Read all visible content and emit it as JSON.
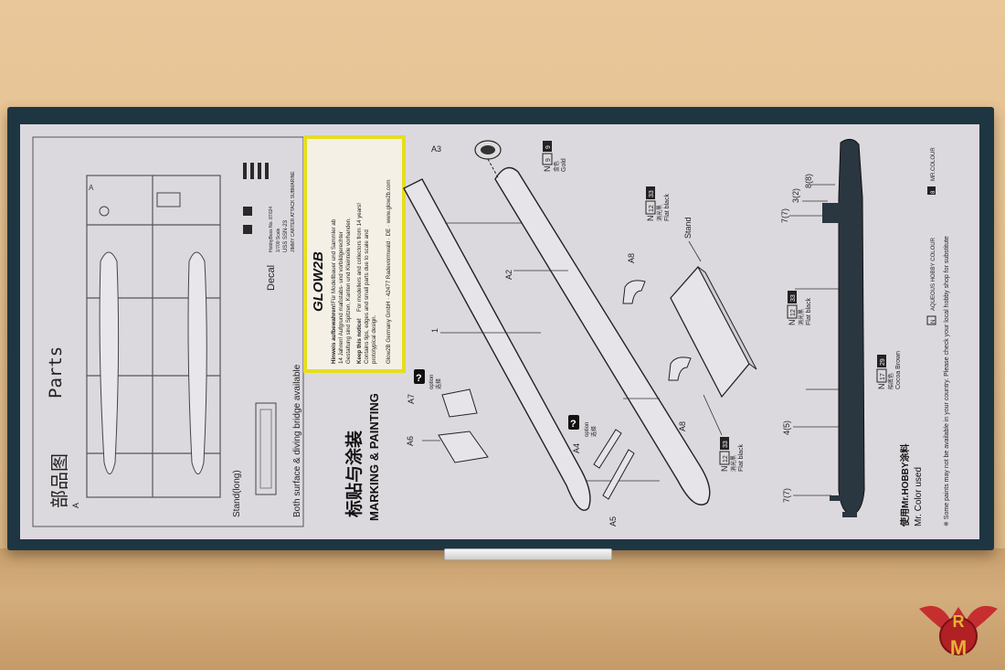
{
  "left_panel": {
    "title_cn": "部品图",
    "title_en": "Parts",
    "sprue_label": "A",
    "stand_label": "Stand(long)",
    "bridge_note": "Both surface & diving bridge available",
    "decal_label": "Decal",
    "decal_text_1": "USS SSN-23",
    "decal_text_2": "JIMMY CARTER ATTACK SUBMARINE",
    "decal_text_3": "1/700 Scale",
    "decal_text_4": "HobbyBoss No. 87024"
  },
  "sticker": {
    "brand": "GLOW2B",
    "warning_de_title": "Hinweis aufbewahren!",
    "warning_de_1": "Für Modellbauer und Sammler ab",
    "warning_de_2": "14 Jahren! Aufgrund maßstabs- und vorbildgerechter",
    "warning_de_3": "Gestaltung sind Spitzen, Kanten und Kleinteile vorhanden.",
    "warning_en_title": "Keep this notice!",
    "warning_en_1": "For modellers and collectors from 14 years!",
    "warning_en_2": "Contains tips, edges and small parts due to scale and",
    "warning_en_3": "prototypical design.",
    "address": "Glow2B Germany GmbH · 42477 Radevormwald · DE · www.glow2b.com"
  },
  "marking": {
    "title_cn": "标贴与涂装",
    "title_en": "MARKING & PAINTING"
  },
  "callouts": {
    "a3": "A3",
    "a2": "A2",
    "a4": "A4",
    "a5": "A5",
    "a6": "A6",
    "a7": "A7",
    "a8_top": "A8",
    "a8_bottom": "A8",
    "stand": "Stand",
    "part_1": "1",
    "option_cn": "选择",
    "option_en": "option",
    "q": "?"
  },
  "paints": {
    "gold": {
      "prefix": "N",
      "num": "9",
      "num2": "9",
      "cn": "金色",
      "en": "Gold"
    },
    "flat_black_top": {
      "prefix": "N",
      "num": "12",
      "num2": "33",
      "cn": "消光黑",
      "en": "Flat black"
    },
    "flat_black_mid": {
      "prefix": "N",
      "num": "12",
      "num2": "33",
      "cn": "消光黑",
      "en": "Flat black"
    },
    "flat_black_bottom": {
      "prefix": "N",
      "num": "12",
      "num2": "33",
      "cn": "消光黑",
      "en": "Flat black"
    },
    "cocoa_brown": {
      "prefix": "N",
      "num": "17",
      "num2": "29",
      "cn": "船底色",
      "en": "Cocoa Brown"
    }
  },
  "profile_labels": {
    "l77_top": "7(7)",
    "l32": "3(2)",
    "l88": "8(8)",
    "l45": "4(5)",
    "l77_bottom": "7(7)"
  },
  "legend": {
    "aqueous_box": "N",
    "aqueous": "AQUEOUS HOBBY COLOUR",
    "mr_box": "8",
    "mr": "MR.COLOUR",
    "using_cn": "使用Mr.HOBBY涂料",
    "using_en": "Mr. Color used",
    "disclaimer": "※ Some paints may not be available in your country. Please check your local hobby shop for substitute"
  },
  "watermark": {
    "letters": "RM"
  },
  "colors": {
    "box": "#1e3542",
    "panel": "#dcd9de",
    "sticker_border": "#e6de1c",
    "hull": "#2a3640",
    "table": "#e4c191"
  }
}
